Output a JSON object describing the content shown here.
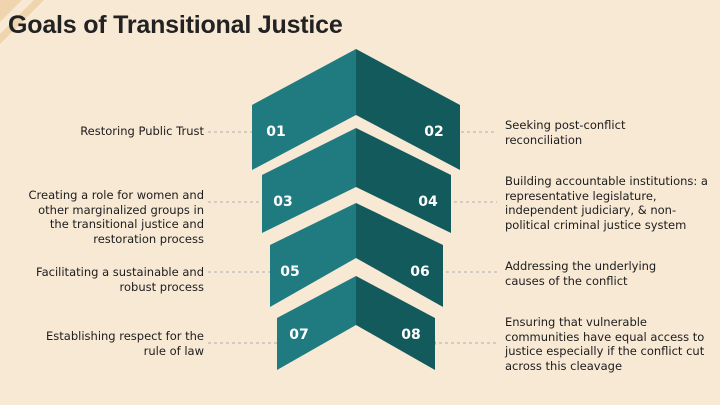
{
  "title": "Goals of Transitional Justice",
  "colors": {
    "background": "#f8e9d5",
    "chevron_left": "#1f7b80",
    "chevron_right": "#135a5d",
    "connector": "#b0b0b0"
  },
  "goals": [
    {
      "number": "01",
      "text": "Restoring Public Trust"
    },
    {
      "number": "02",
      "text": "Seeking post-conflict reconciliation"
    },
    {
      "number": "03",
      "text": "Creating a role for women and other marginalized groups in the transitional justice and restoration process"
    },
    {
      "number": "04",
      "text": "Building accountable institutions: a representative legislature, independent judiciary, & non-political criminal justice system"
    },
    {
      "number": "05",
      "text": "Facilitating a sustainable and robust process"
    },
    {
      "number": "06",
      "text": "Addressing the underlying causes of the conflict"
    },
    {
      "number": "07",
      "text": "Establishing respect for the rule of law"
    },
    {
      "number": "08",
      "text": "Ensuring that vulnerable communities have equal access to justice especially if the conflict cut across this cleavage"
    }
  ]
}
